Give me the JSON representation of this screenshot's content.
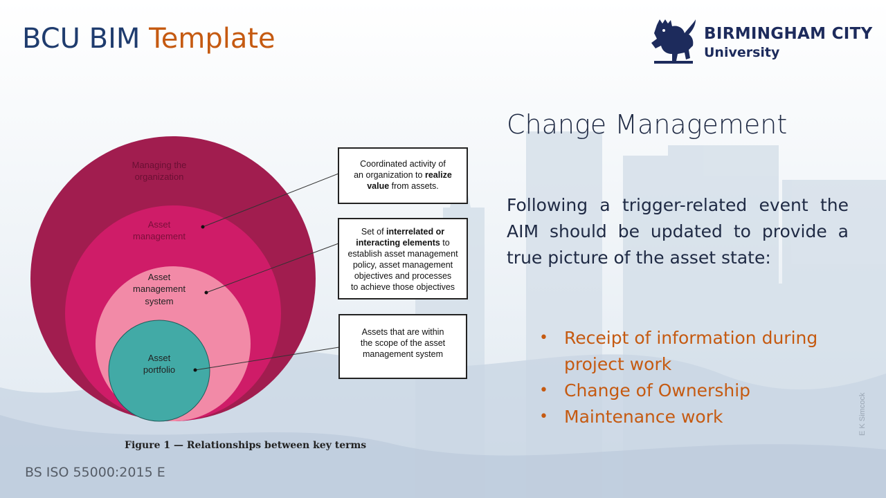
{
  "slide": {
    "title_part1": "BCU BIM",
    "title_part2": "Template",
    "logo": {
      "line1": "BIRMINGHAM CITY",
      "line2": "University",
      "icon": "lion-crest-icon"
    },
    "heading": "Change Management",
    "paragraph": "Following a trigger-related event the AIM should be updated to provide a true picture of the asset state:",
    "bullets": [
      "Receipt of information during project work",
      "Change of Ownership",
      "Maintenance work"
    ],
    "source": "BS ISO 55000:2015 E",
    "credit": "E K Simcock"
  },
  "diagram": {
    "circles": [
      {
        "label_line1": "Managing the",
        "label_line2": "organization",
        "color": "#a11d4f"
      },
      {
        "label_line1": "Asset",
        "label_line2": "management",
        "color": "#cf1c68"
      },
      {
        "label_line1": "Asset",
        "label_line2": "management",
        "label_line3": "system",
        "color": "#f28aa7"
      },
      {
        "label_line1": "Asset",
        "label_line2": "portfolio",
        "color": "#42aaa6"
      }
    ],
    "box1": {
      "l1": "Coordinated activity of",
      "l2a": "an organization to ",
      "l2b": "realize",
      "l3a": "value",
      "l3b": " from assets."
    },
    "box2": {
      "l1a": "Set of ",
      "l1b": "interrelated or",
      "l2a": "interacting elements",
      "l2b": " to",
      "l3": "establish asset management",
      "l4": "policy, asset management",
      "l5": "objectives and processes",
      "l6": "to achieve those objectives"
    },
    "box3": {
      "l1": "Assets that are within",
      "l2": "the scope of the asset",
      "l3": "management system"
    },
    "caption": "Figure 1 — Relationships between key terms"
  },
  "colors": {
    "title_blue": "#1f3c6e",
    "accent_orange": "#c55a11",
    "logo_navy": "#1d2b5c"
  }
}
